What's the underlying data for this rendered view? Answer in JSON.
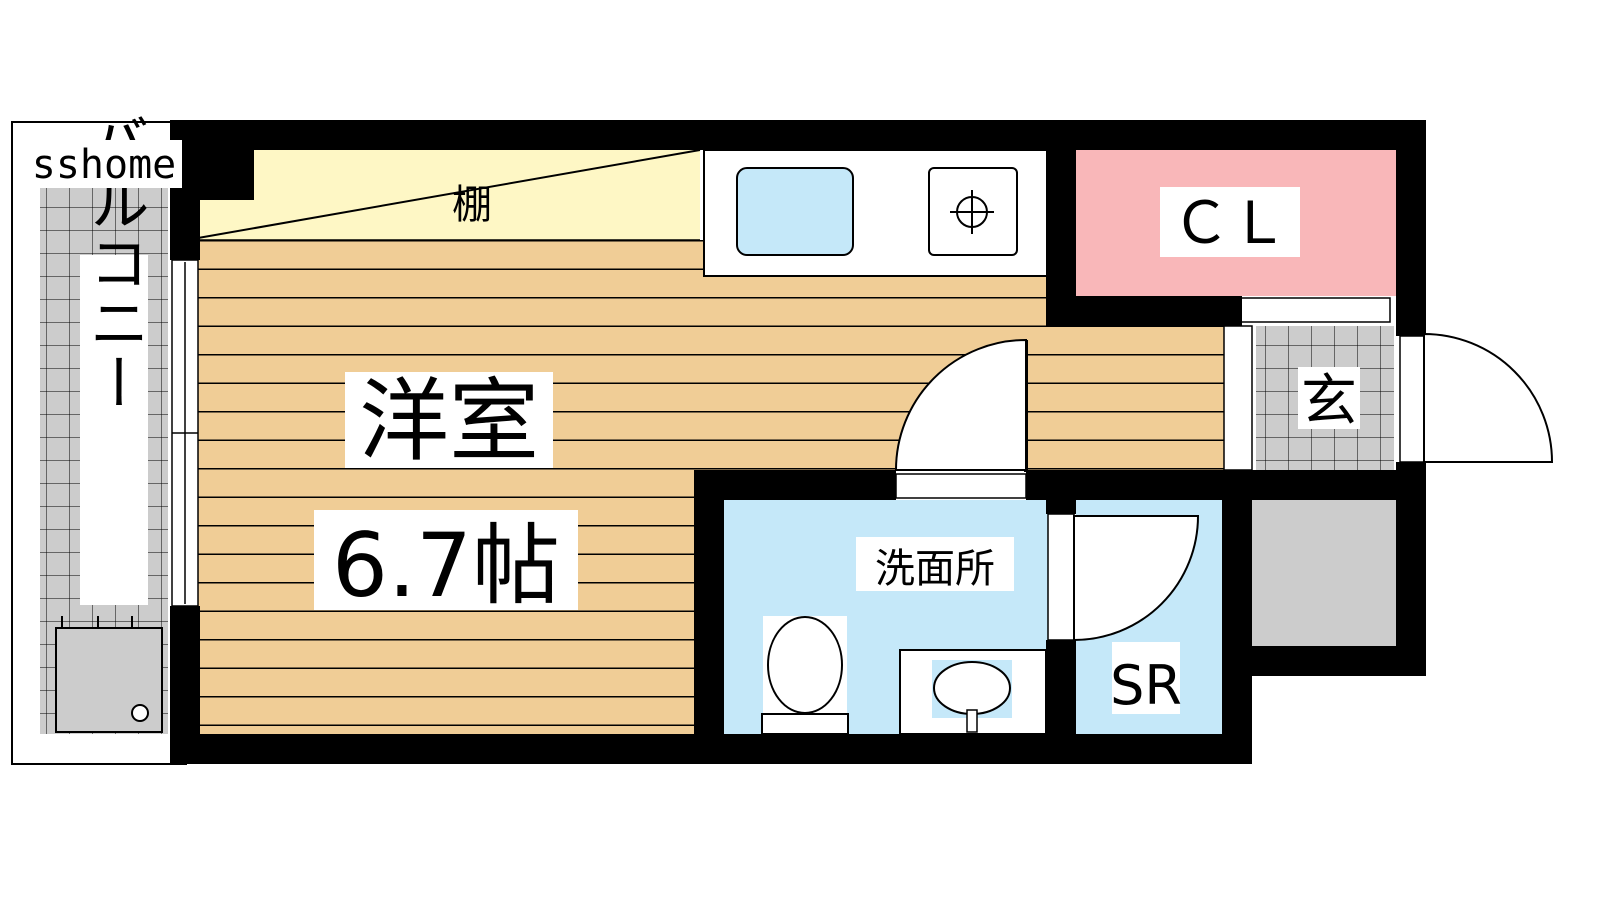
{
  "watermark": "sshome",
  "rooms": {
    "balcony": "バルコニー",
    "western_room": "洋室",
    "western_room_size": "6.7帖",
    "shelf": "棚",
    "closet": "ＣＬ",
    "entrance": "玄",
    "washroom": "洗面所",
    "storage_room": "SR"
  },
  "colors": {
    "floor_wood": "#f0cd96",
    "shelf": "#fef7c5",
    "closet": "#f9b7b9",
    "water_area": "#c5e8f9",
    "tile": "#cccccc",
    "wall": "#000000"
  }
}
